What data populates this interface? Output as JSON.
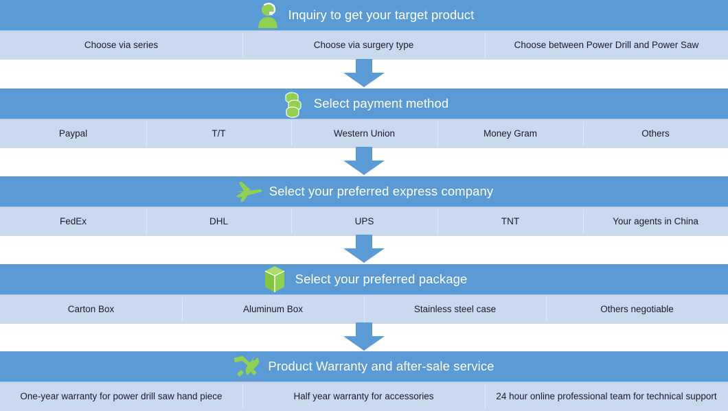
{
  "flowchart": {
    "title_color": "#ffffff",
    "band_color": "#5B9BD5",
    "options_color": "#C9D9EE",
    "icon_color": "#92D050",
    "arrow_color": "#5B9BD5",
    "stages": [
      {
        "id": "inquiry",
        "title": "Inquiry to get your target product",
        "icon": "customer-service-person-icon",
        "options": [
          "Choose via series",
          "Choose via surgery type",
          "Choose  between Power Drill and Power Saw"
        ]
      },
      {
        "id": "payment",
        "title": "Select payment method",
        "icon": "coins-icon",
        "options": [
          "Paypal",
          "T/T",
          "Western Union",
          "Money Gram",
          "Others"
        ]
      },
      {
        "id": "express",
        "title": "Select your preferred express company",
        "icon": "airplane-icon",
        "options": [
          "FedEx",
          "DHL",
          "UPS",
          "TNT",
          "Your agents in China"
        ]
      },
      {
        "id": "package",
        "title": "Select your preferred package",
        "icon": "box-icon",
        "options": [
          "Carton Box",
          "Aluminum Box",
          "Stainless steel case",
          "Others negotiable"
        ]
      },
      {
        "id": "warranty",
        "title": "Product Warranty and after-sale service",
        "icon": "hammer-wrench-icon",
        "options": [
          "One-year warranty for power drill saw hand piece",
          "Half year warranty for accessories",
          "24 hour online professional team for technical support"
        ]
      }
    ],
    "arrows": [
      "down-arrow-icon",
      "down-arrow-icon",
      "down-arrow-icon",
      "down-arrow-icon"
    ]
  }
}
